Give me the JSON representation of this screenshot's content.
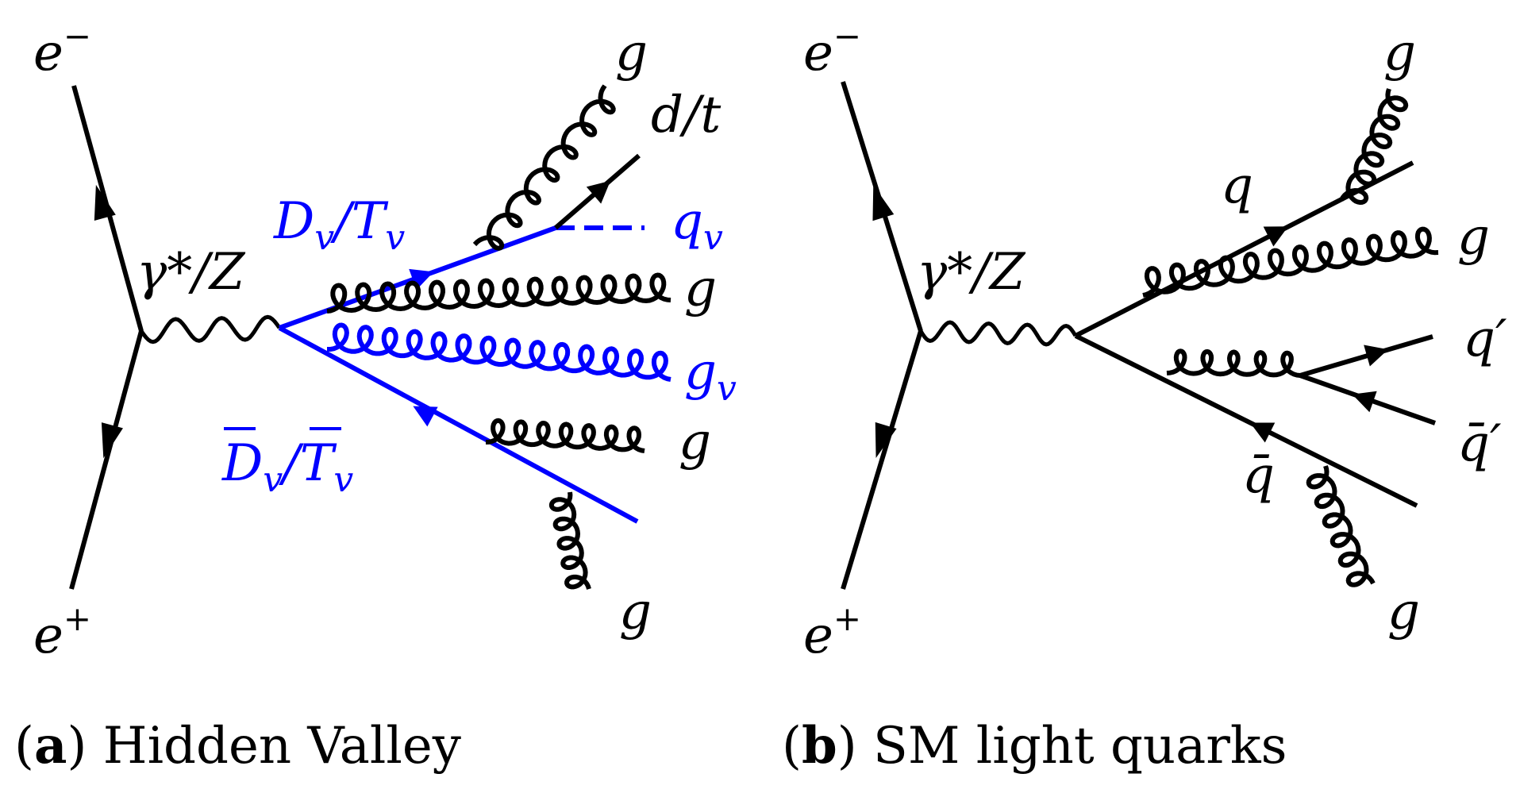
{
  "colors": {
    "sm": "#000000",
    "hidden": "#0000ff"
  },
  "panel_a": {
    "label_eminus": "e",
    "label_eminus_sup": "−",
    "label_eplus": "e",
    "label_eplus_sup": "+",
    "label_boson": "γ*/Z",
    "label_dt": "d/t",
    "label_qv": "q",
    "label_qv_sub": "v",
    "label_Dv": "D",
    "label_Dv_sub": "v",
    "label_Tv": "/T",
    "label_Tv_sub": "v",
    "label_Dbar": "D",
    "label_Dbar_sub": "v",
    "label_Tbar": "/T",
    "label_Tbar_sub": "v",
    "label_gv": "g",
    "label_gv_sub": "v",
    "label_g_top": "g",
    "label_g_mid": "g",
    "label_g_low": "g",
    "label_g_bottom": "g",
    "caption_letter": "a",
    "caption_text": " Hidden Valley"
  },
  "panel_b": {
    "label_eminus": "e",
    "label_eminus_sup": "−",
    "label_eplus": "e",
    "label_eplus_sup": "+",
    "label_boson": "γ*/Z",
    "label_q": "q",
    "label_qbar": "q̄",
    "label_qprime": "q′",
    "label_qbarprime": "q̄′",
    "label_g_top": "g",
    "label_g_right": "g",
    "label_g_bottom": "g",
    "caption_letter": "b",
    "caption_text": " SM light quarks"
  }
}
